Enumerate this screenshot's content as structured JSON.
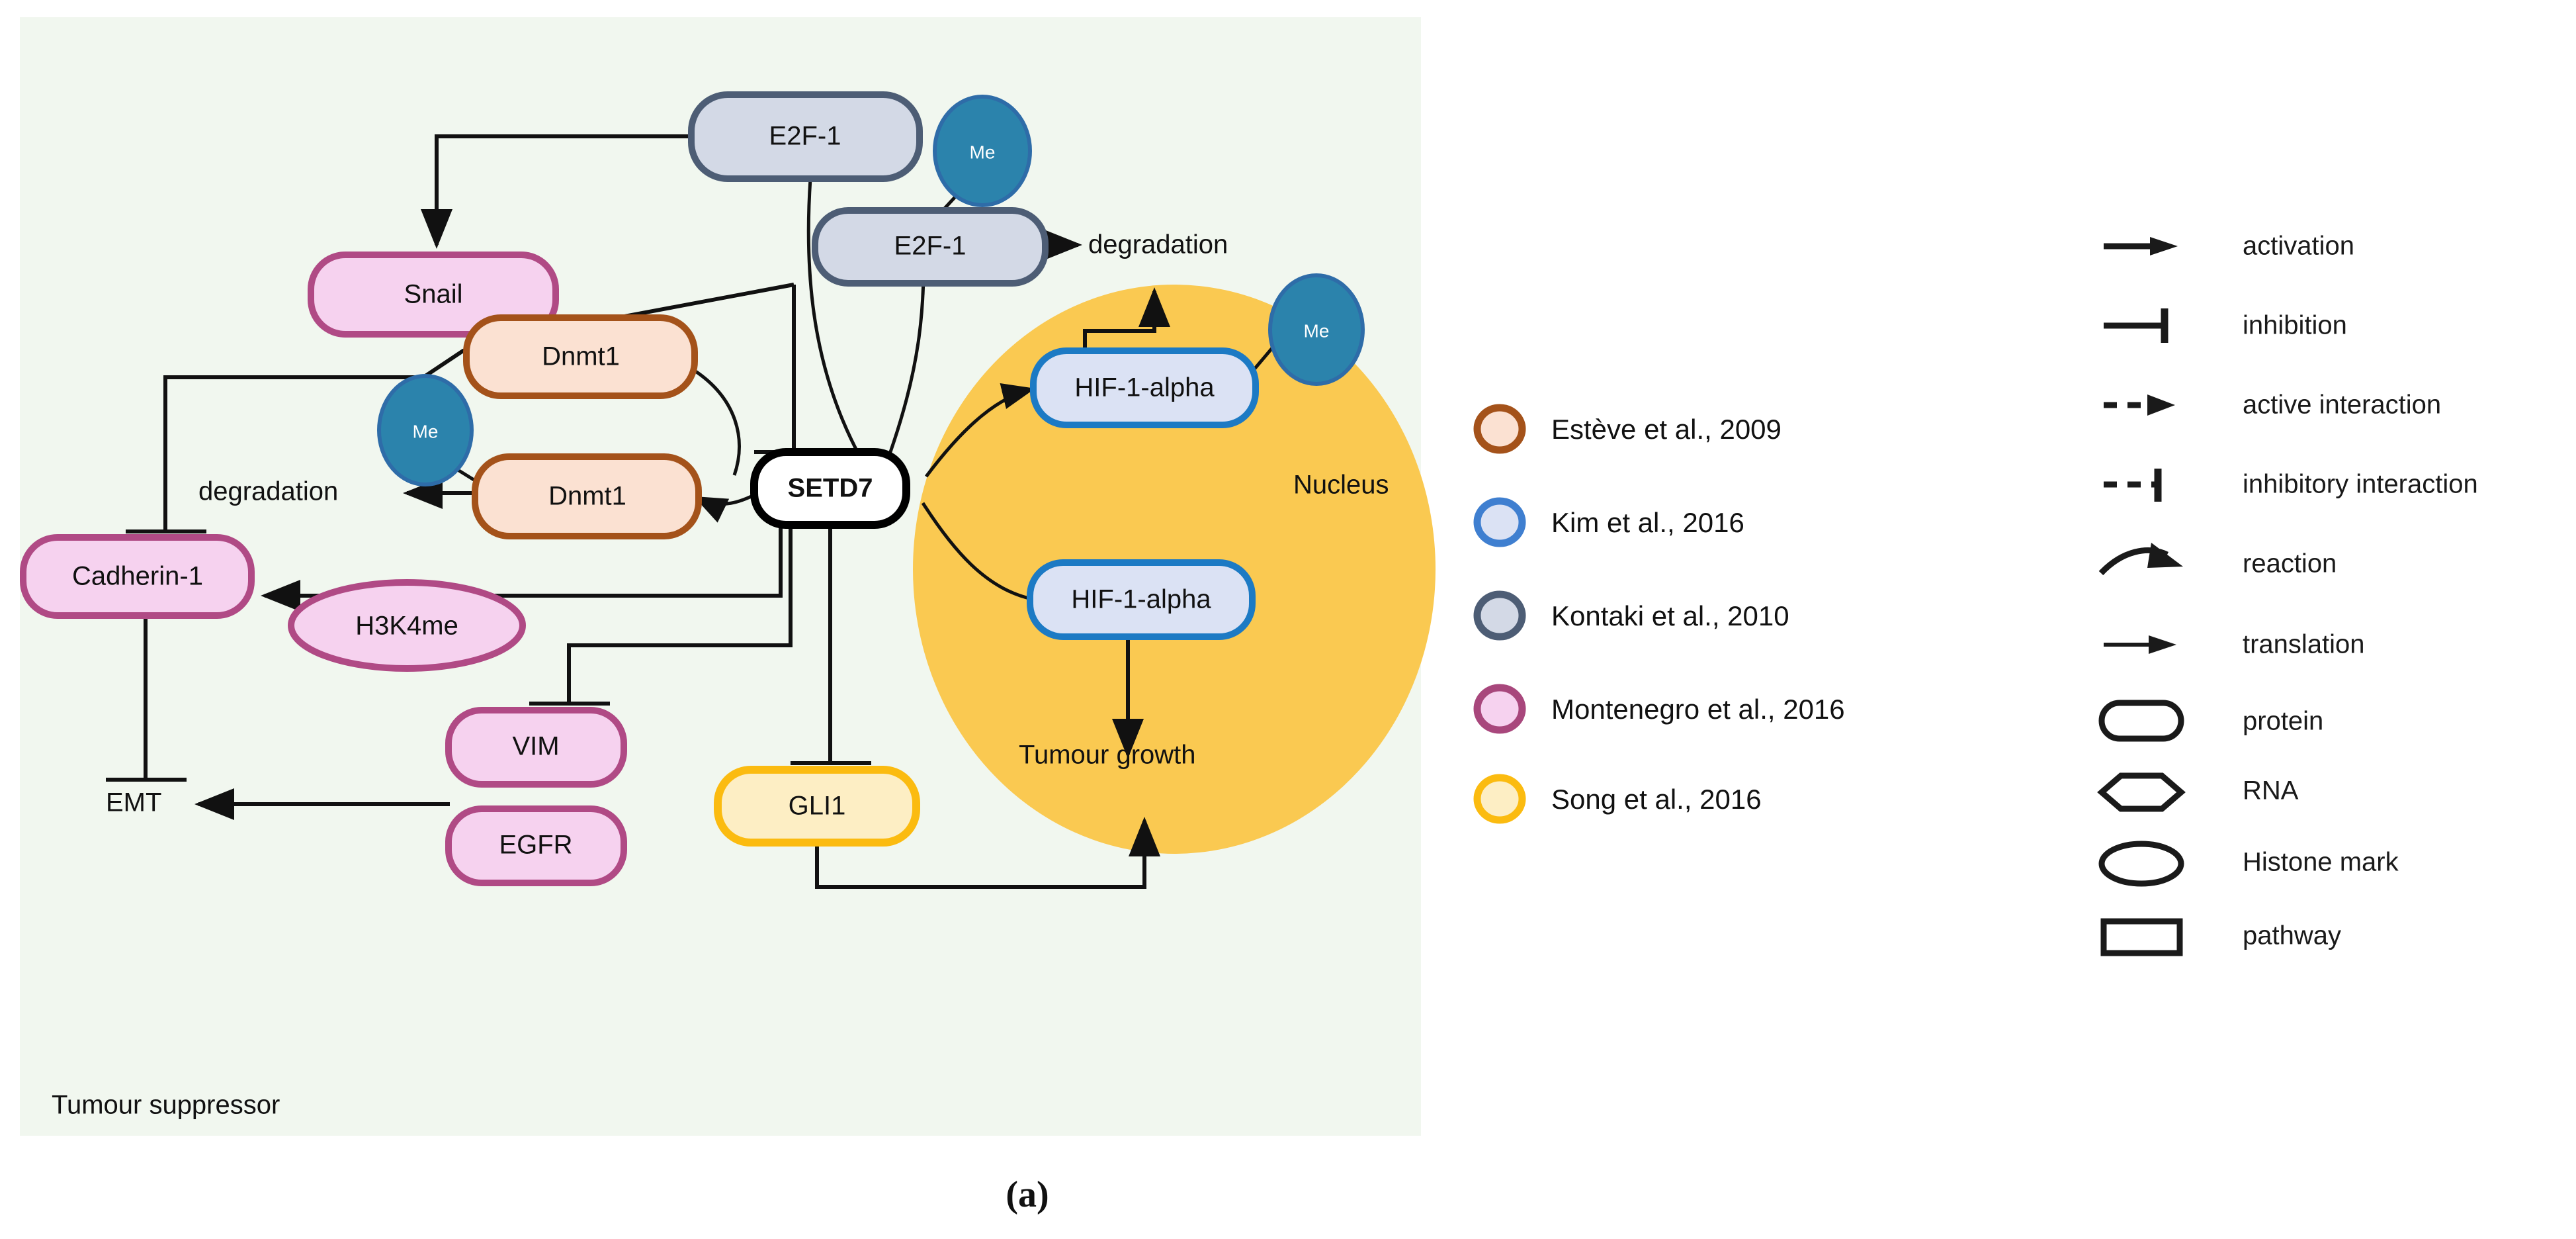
{
  "figure": {
    "caption": "(a)",
    "panel_label": "Tumour suppressor",
    "compartment_label": "Nucleus",
    "panel_bg": "#f1f7ef",
    "nucleus_color": "#fac951"
  },
  "nodes": {
    "e2f1_top": {
      "label": "E2F-1",
      "fill": "#d3d9e6",
      "stroke": "#4d5d75",
      "shape": "protein"
    },
    "e2f1_bottom": {
      "label": "E2F-1",
      "fill": "#d3d9e6",
      "stroke": "#4d5d75",
      "shape": "protein"
    },
    "snail": {
      "label": "Snail",
      "fill": "#f6d2ef",
      "stroke": "#b04a85",
      "shape": "protein"
    },
    "dnmt1_top": {
      "label": "Dnmt1",
      "fill": "#fbe1d2",
      "stroke": "#a4521a",
      "shape": "protein"
    },
    "dnmt1_bottom": {
      "label": "Dnmt1",
      "fill": "#fbe1d2",
      "stroke": "#a4521a",
      "shape": "protein"
    },
    "setd7": {
      "label": "SETD7",
      "fill": "#ffffff",
      "stroke": "#000000",
      "shape": "protein"
    },
    "cadherin1": {
      "label": "Cadherin-1",
      "fill": "#f6d2ef",
      "stroke": "#b04a85",
      "shape": "protein"
    },
    "h3k4me": {
      "label": "H3K4me",
      "fill": "#f6d2ef",
      "stroke": "#b04a85",
      "shape": "histone-mark"
    },
    "vim": {
      "label": "VIM",
      "fill": "#f6d2ef",
      "stroke": "#b04a85",
      "shape": "protein"
    },
    "egfr": {
      "label": "EGFR",
      "fill": "#f6d2ef",
      "stroke": "#b04a85",
      "shape": "protein"
    },
    "gli1": {
      "label": "GLI1",
      "fill": "#fdeec4",
      "stroke": "#fbbb10",
      "shape": "protein"
    },
    "hif1a_top": {
      "label": "HIF-1-alpha",
      "fill": "#dbe2f4",
      "stroke": "#1c7ac4",
      "shape": "protein"
    },
    "hif1a_bottom": {
      "label": "HIF-1-alpha",
      "fill": "#dbe2f4",
      "stroke": "#1c7ac4",
      "shape": "protein"
    },
    "me_e2f1": {
      "label": "Me",
      "fill": "#2b83ac",
      "stroke": "#2e6ca8",
      "shape": "methyl"
    },
    "me_dnmt1": {
      "label": "Me",
      "fill": "#2b83ac",
      "stroke": "#2e6ca8",
      "shape": "methyl"
    },
    "me_hif1a": {
      "label": "Me",
      "fill": "#2b83ac",
      "stroke": "#2e6ca8",
      "shape": "methyl"
    }
  },
  "process_labels": {
    "degradation_e2f1": "degradation",
    "degradation_dnmt1": "degradation",
    "emt": "EMT",
    "tumour_growth": "Tumour growth"
  },
  "reference_legend": {
    "items": [
      {
        "label": "Estève et al., 2009",
        "fill": "#fbe1d2",
        "stroke": "#a4521a"
      },
      {
        "label": "Kim et al., 2016",
        "fill": "#dbe2f4",
        "stroke": "#3f7fd0"
      },
      {
        "label": "Kontaki et al., 2010",
        "fill": "#d3d9e6",
        "stroke": "#4d5d75"
      },
      {
        "label": "Montenegro et al., 2016",
        "fill": "#f6d2ef",
        "stroke": "#a8477c"
      },
      {
        "label": "Song et al., 2016",
        "fill": "#fdeec4",
        "stroke": "#fbbb10"
      }
    ]
  },
  "symbol_legend": {
    "items": [
      {
        "label": "activation",
        "icon": "solid-arrow-icon"
      },
      {
        "label": "inhibition",
        "icon": "t-bar-icon"
      },
      {
        "label": "active interaction",
        "icon": "dashed-arrow-icon"
      },
      {
        "label": "inhibitory interaction",
        "icon": "dashed-t-bar-icon"
      },
      {
        "label": "reaction",
        "icon": "curved-arrow-icon"
      },
      {
        "label": "translation",
        "icon": "thin-arrow-icon"
      },
      {
        "label": "protein",
        "icon": "rounded-rect-icon"
      },
      {
        "label": "RNA",
        "icon": "hexagon-icon"
      },
      {
        "label": "Histone mark",
        "icon": "ellipse-icon"
      },
      {
        "label": "pathway",
        "icon": "rectangle-icon"
      }
    ]
  }
}
